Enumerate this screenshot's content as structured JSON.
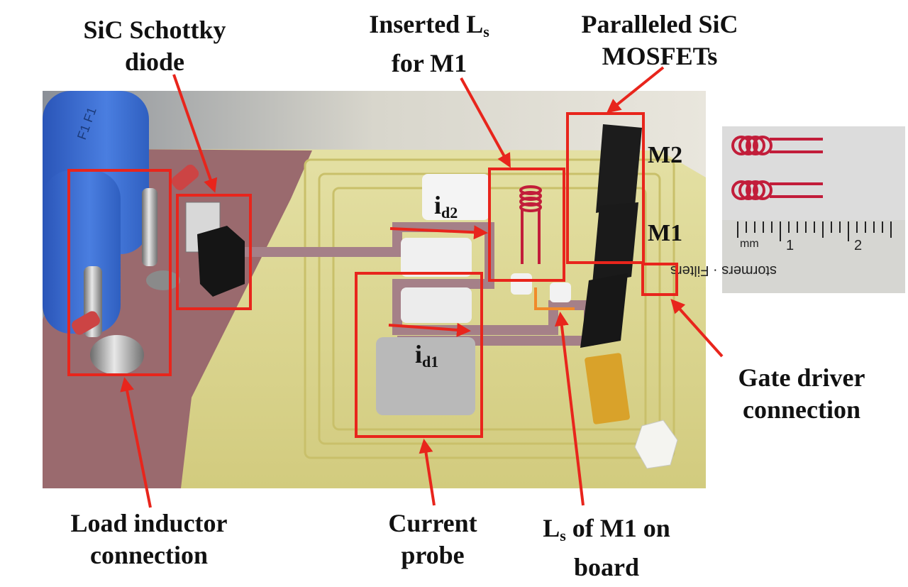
{
  "labels": {
    "diode": {
      "line1": "SiC Schottky",
      "line2": "diode"
    },
    "inserted_ls": {
      "line1_prefix": "Inserted L",
      "line1_sub": "s",
      "line2": "for M1"
    },
    "mosfets": {
      "line1": "Paralleled SiC",
      "line2": "MOSFETs"
    },
    "gate_driver": {
      "line1": "Gate driver",
      "line2": "connection"
    },
    "load_inductor": {
      "line1": "Load inductor",
      "line2": "connection"
    },
    "current_probe": {
      "line1": "Current",
      "line2": "probe"
    },
    "ls_board": {
      "line1_prefix": "L",
      "line1_sub": "s",
      "line1_suffix": " of M1 on",
      "line2": "board"
    }
  },
  "photo_text": {
    "m2": "M2",
    "m1": "M1",
    "id2_main": "i",
    "id2_sub": "d2",
    "id1_main": "i",
    "id1_sub": "d1",
    "capacitor_marking": "F1  F1"
  },
  "inset": {
    "ruler_marks": [
      "mm",
      "1",
      "2"
    ],
    "ruler_text": "stormers · Filters"
  },
  "colors": {
    "annotation_red": "#e8251c",
    "pcb_yellow": "#d9d48e",
    "copper": "#9a6a6e",
    "capacitor_blue": "#3d6ed0",
    "mosfet_black": "#1a1a1a",
    "coil_red": "#c21d3a",
    "trace_orange": "#f08a2a"
  }
}
